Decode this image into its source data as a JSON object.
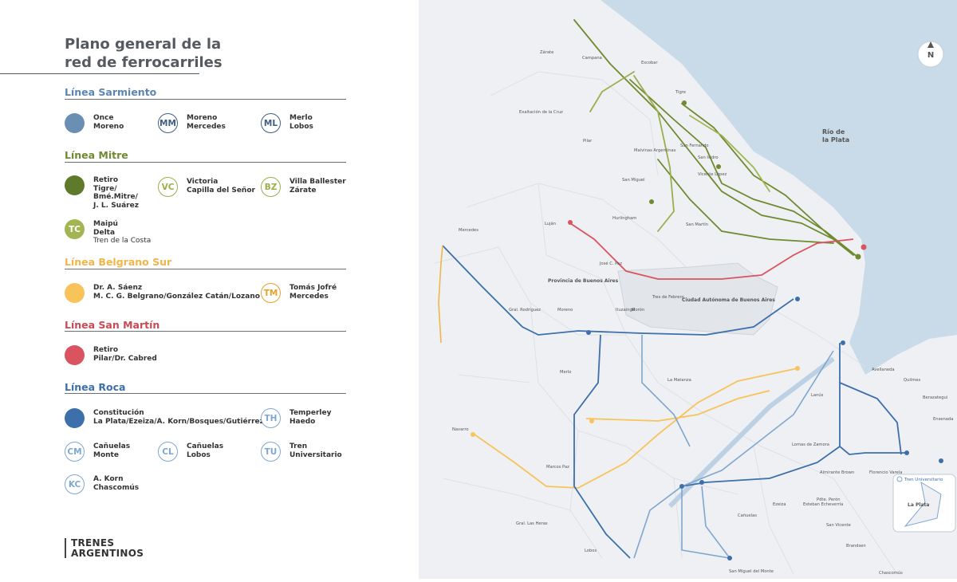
{
  "title": {
    "line1": "Plano general de la",
    "line2": "red de ferrocarriles"
  },
  "colors": {
    "sarmiento": "#6b8eb3",
    "mitre": "#6f8a2f",
    "mitre_light": "#9aae4c",
    "belgrano": "#f7c35a",
    "belgrano_ring": "#e7a12b",
    "sanmartin": "#d9545e",
    "roca": "#3d6fab",
    "roca_light": "#7fa6cf",
    "water": "#c9dbe8"
  },
  "sections": [
    {
      "title": "Línea Sarmiento",
      "items": [
        {
          "badge": "",
          "line1": "Once",
          "line2": "Moreno",
          "sub": ""
        },
        {
          "badge": "MM",
          "line1": "Moreno",
          "line2": "Mercedes",
          "sub": ""
        },
        {
          "badge": "ML",
          "line1": "Merlo",
          "line2": "Lobos",
          "sub": ""
        }
      ]
    },
    {
      "title": "Línea Mitre",
      "items": [
        {
          "badge": "",
          "line1": "Retiro",
          "line2": "Tigre/\nBmé.Mitre/\nJ. L. Suárez",
          "sub": ""
        },
        {
          "badge": "VC",
          "line1": "Victoria",
          "line2": "Capilla del Señor",
          "sub": ""
        },
        {
          "badge": "BZ",
          "line1": "Villa Ballester",
          "line2": "Zárate",
          "sub": ""
        },
        {
          "badge": "TC",
          "line1": "Maipú",
          "line2": "Delta",
          "sub": "Tren de la Costa"
        }
      ]
    },
    {
      "title": "Línea Belgrano Sur",
      "items": [
        {
          "badge": "",
          "line1": "Dr. A. Sáenz",
          "line2": "M. C. G. Belgrano/González Catán/Lozano",
          "sub": ""
        },
        {
          "badge": "TM",
          "line1": "Tomás Jofré",
          "line2": "Mercedes",
          "sub": ""
        }
      ]
    },
    {
      "title": "Línea San Martín",
      "items": [
        {
          "badge": "",
          "line1": "Retiro",
          "line2": "Pilar/Dr. Cabred",
          "sub": ""
        }
      ]
    },
    {
      "title": "Línea Roca",
      "items": [
        {
          "badge": "",
          "line1": "Constitución",
          "line2": "La Plata/Ezeiza/A. Korn/Bosques/Gutiérrez",
          "sub": ""
        },
        {
          "badge": "TH",
          "line1": "Temperley",
          "line2": "Haedo",
          "sub": ""
        },
        {
          "badge": "CM",
          "line1": "Cañuelas",
          "line2": "Monte",
          "sub": ""
        },
        {
          "badge": "CL",
          "line1": "Cañuelas",
          "line2": "Lobos",
          "sub": ""
        },
        {
          "badge": "TU",
          "line1": "Tren",
          "line2": "Universitario",
          "sub": ""
        },
        {
          "badge": "KC",
          "line1": "A. Korn",
          "line2": "Chascomús",
          "sub": ""
        }
      ]
    }
  ],
  "logo": {
    "line1": "TRENES",
    "line2": "ARGENTINOS"
  },
  "map": {
    "compass": "N",
    "water_label": "Río de\nla Plata",
    "inset_title": "Tren Universitario",
    "inset_city": "La Plata",
    "places": [
      "Zárate",
      "Campana",
      "Escobar",
      "Exaltación de la Cruz",
      "Pilar",
      "Tigre",
      "San Fernando",
      "San Isidro",
      "Vicente López",
      "Malvinas Argentinas",
      "San Miguel",
      "Hurlingham",
      "San Martín",
      "Luján",
      "Mercedes",
      "José C. Paz",
      "Provincia de Buenos Aires",
      "Ciudad Autónoma de Buenos Aires",
      "Gral. Rodríguez",
      "Moreno",
      "Merlo",
      "Ituzaingó",
      "Morón",
      "Tres de Febrero",
      "La Matanza",
      "Avellaneda",
      "Quilmes",
      "Berazategui",
      "Ensenada",
      "Lanús",
      "Lomas de Zamora",
      "Almirante Brown",
      "Florencio Varela",
      "Pdte. Perón",
      "Esteban Echeverría",
      "Ezeiza",
      "Cañuelas",
      "San Vicente",
      "Brandsen",
      "Chascomús",
      "Marcos Paz",
      "Gral. Las Heras",
      "Navarro",
      "Lobos",
      "San Miguel del Monte",
      "Río de la Plata"
    ]
  }
}
